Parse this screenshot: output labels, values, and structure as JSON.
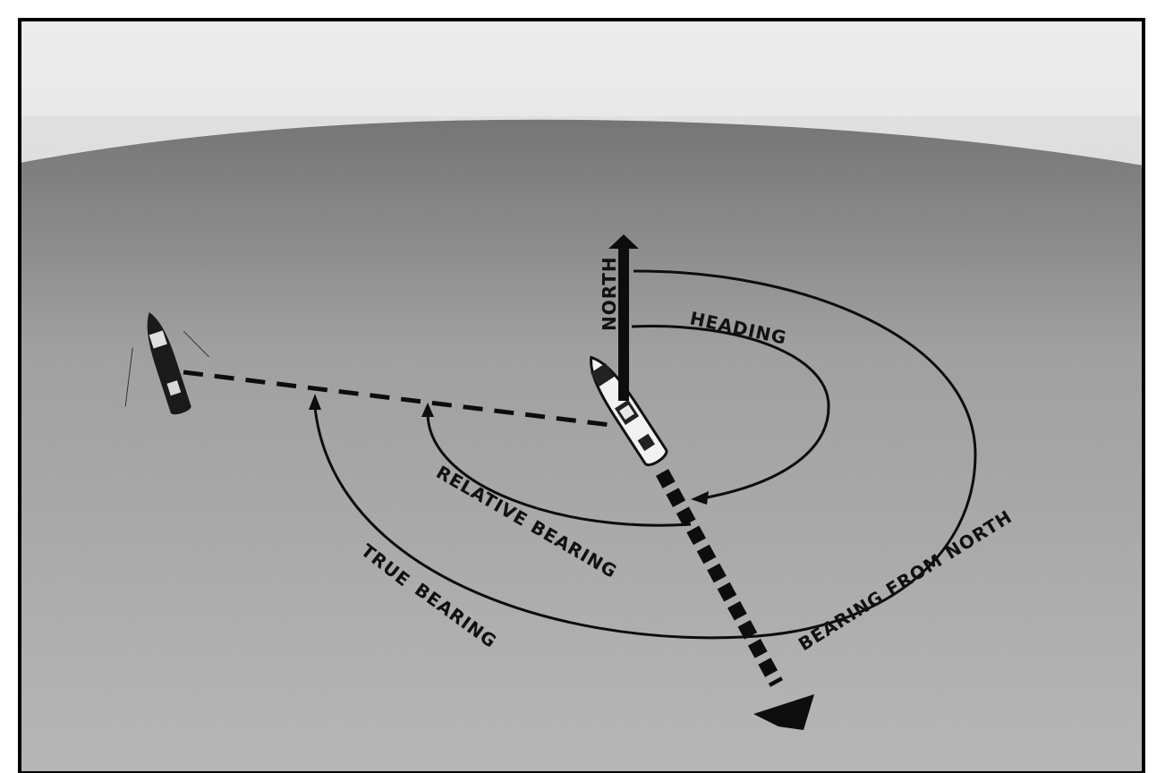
{
  "labels": {
    "north": "NORTH",
    "heading": "HEADING",
    "relative_bearing": "RELATIVE BEARING",
    "true": "TRUE",
    "bearing": "BEARING",
    "bearing_from_north": "BEARING FROM NORTH"
  },
  "colors": {
    "ink": "#0d0d0d",
    "sky_light": "#ececec",
    "sky_dark": "#d0d0d0",
    "sea_top": "#7a7a7a",
    "sea_mid": "#a6a6a6",
    "sea_bottom": "#bdbdbd",
    "frame": "#000000"
  }
}
